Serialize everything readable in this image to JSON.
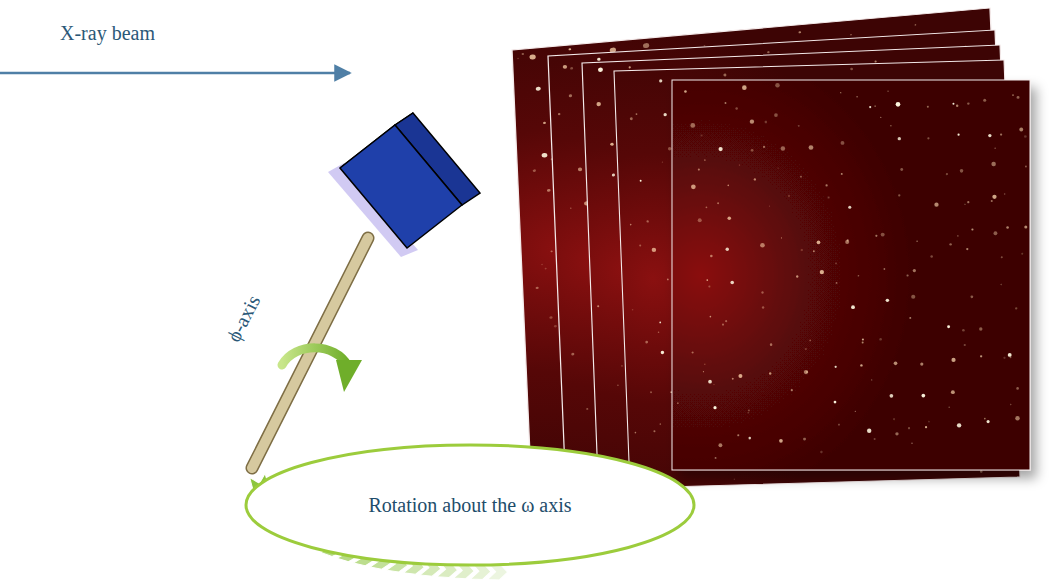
{
  "diagram": {
    "nodes": [
      {
        "text": [
          "Rotation about the ω axis"
        ]
      }
    ],
    "labels": [
      "X-ray beam",
      "ϕ-axis"
    ]
  }
}
